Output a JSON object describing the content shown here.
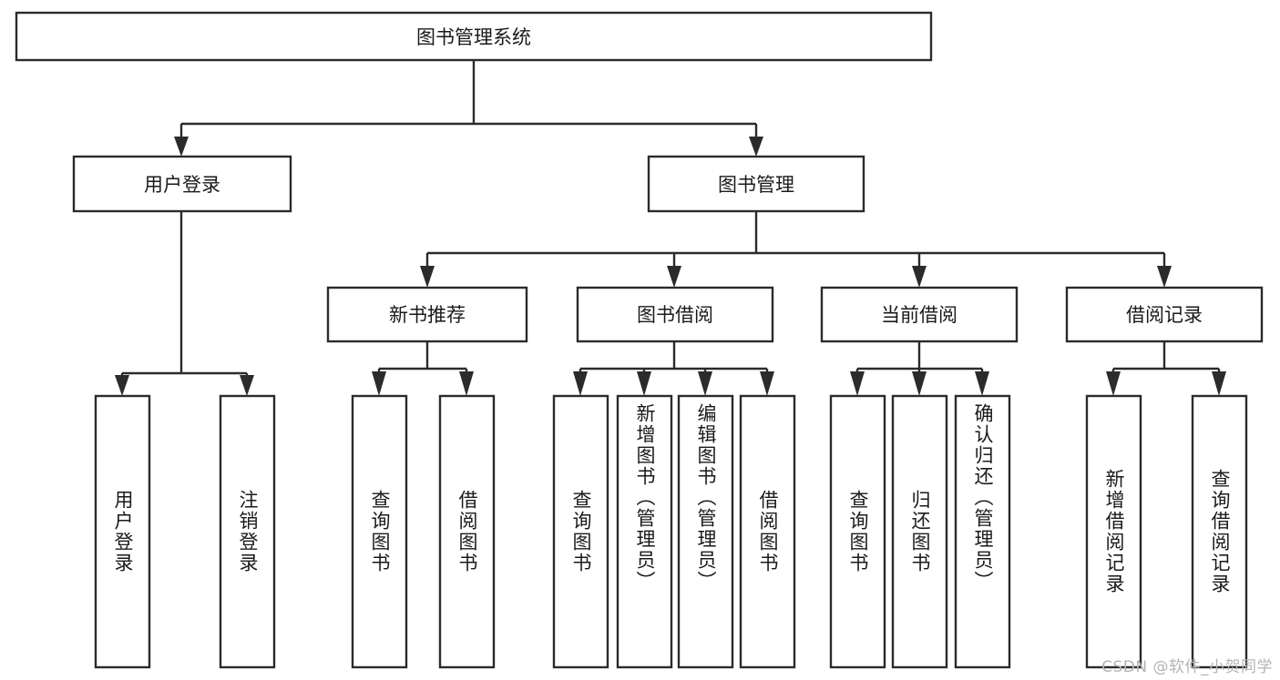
{
  "diagram": {
    "type": "tree-hierarchy",
    "background_color": "#ffffff",
    "line_color": "#2b2b2b",
    "text_color": "#1a1a1a",
    "root": {
      "label": "图书管理系统",
      "orientation": "horizontal"
    },
    "level2": [
      {
        "label": "用户登录",
        "orientation": "horizontal"
      },
      {
        "label": "图书管理",
        "orientation": "horizontal"
      }
    ],
    "level3": [
      {
        "label": "新书推荐",
        "orientation": "horizontal"
      },
      {
        "label": "图书借阅",
        "orientation": "horizontal"
      },
      {
        "label": "当前借阅",
        "orientation": "horizontal"
      },
      {
        "label": "借阅记录",
        "orientation": "horizontal"
      }
    ],
    "leaves": {
      "用户登录": [
        {
          "label": "用户登录",
          "orientation": "vertical"
        },
        {
          "label": "注销登录",
          "orientation": "vertical"
        }
      ],
      "新书推荐": [
        {
          "label": "查询图书",
          "orientation": "vertical"
        },
        {
          "label": "借阅图书",
          "orientation": "vertical"
        }
      ],
      "图书借阅": [
        {
          "label": "查询图书",
          "orientation": "vertical"
        },
        {
          "label": "新增图书（管理员）",
          "orientation": "vertical"
        },
        {
          "label": "编辑图书（管理员）",
          "orientation": "vertical"
        },
        {
          "label": "借阅图书",
          "orientation": "vertical"
        }
      ],
      "当前借阅": [
        {
          "label": "查询图书",
          "orientation": "vertical"
        },
        {
          "label": "归还图书",
          "orientation": "vertical"
        },
        {
          "label": "确认归还（管理员）",
          "orientation": "vertical"
        }
      ],
      "借阅记录": [
        {
          "label": "新增借阅记录",
          "orientation": "vertical"
        },
        {
          "label": "查询借阅记录",
          "orientation": "vertical"
        }
      ]
    }
  },
  "labels": {
    "root": "图书管理系统",
    "user_login": "用户登录",
    "book_manage": "图书管理",
    "new_book_rec": "新书推荐",
    "book_borrow": "图书借阅",
    "current_borrow": "当前借阅",
    "borrow_record": "借阅记录",
    "leaf_user_login": "用户登录",
    "leaf_logout": "注销登录",
    "leaf_query_book_a": "查询图书",
    "leaf_borrow_book_a": "借阅图书",
    "leaf_query_book_b": "查询图书",
    "leaf_add_book_admin": "新增图书（管理员）",
    "leaf_edit_book_admin": "编辑图书（管理员）",
    "leaf_borrow_book_b": "借阅图书",
    "leaf_query_book_c": "查询图书",
    "leaf_return_book": "归还图书",
    "leaf_confirm_return_admin": "确认归还（管理员）",
    "leaf_add_record": "新增借阅记录",
    "leaf_query_record": "查询借阅记录"
  },
  "watermark": {
    "text": "CSDN @软件_小贺同学"
  }
}
